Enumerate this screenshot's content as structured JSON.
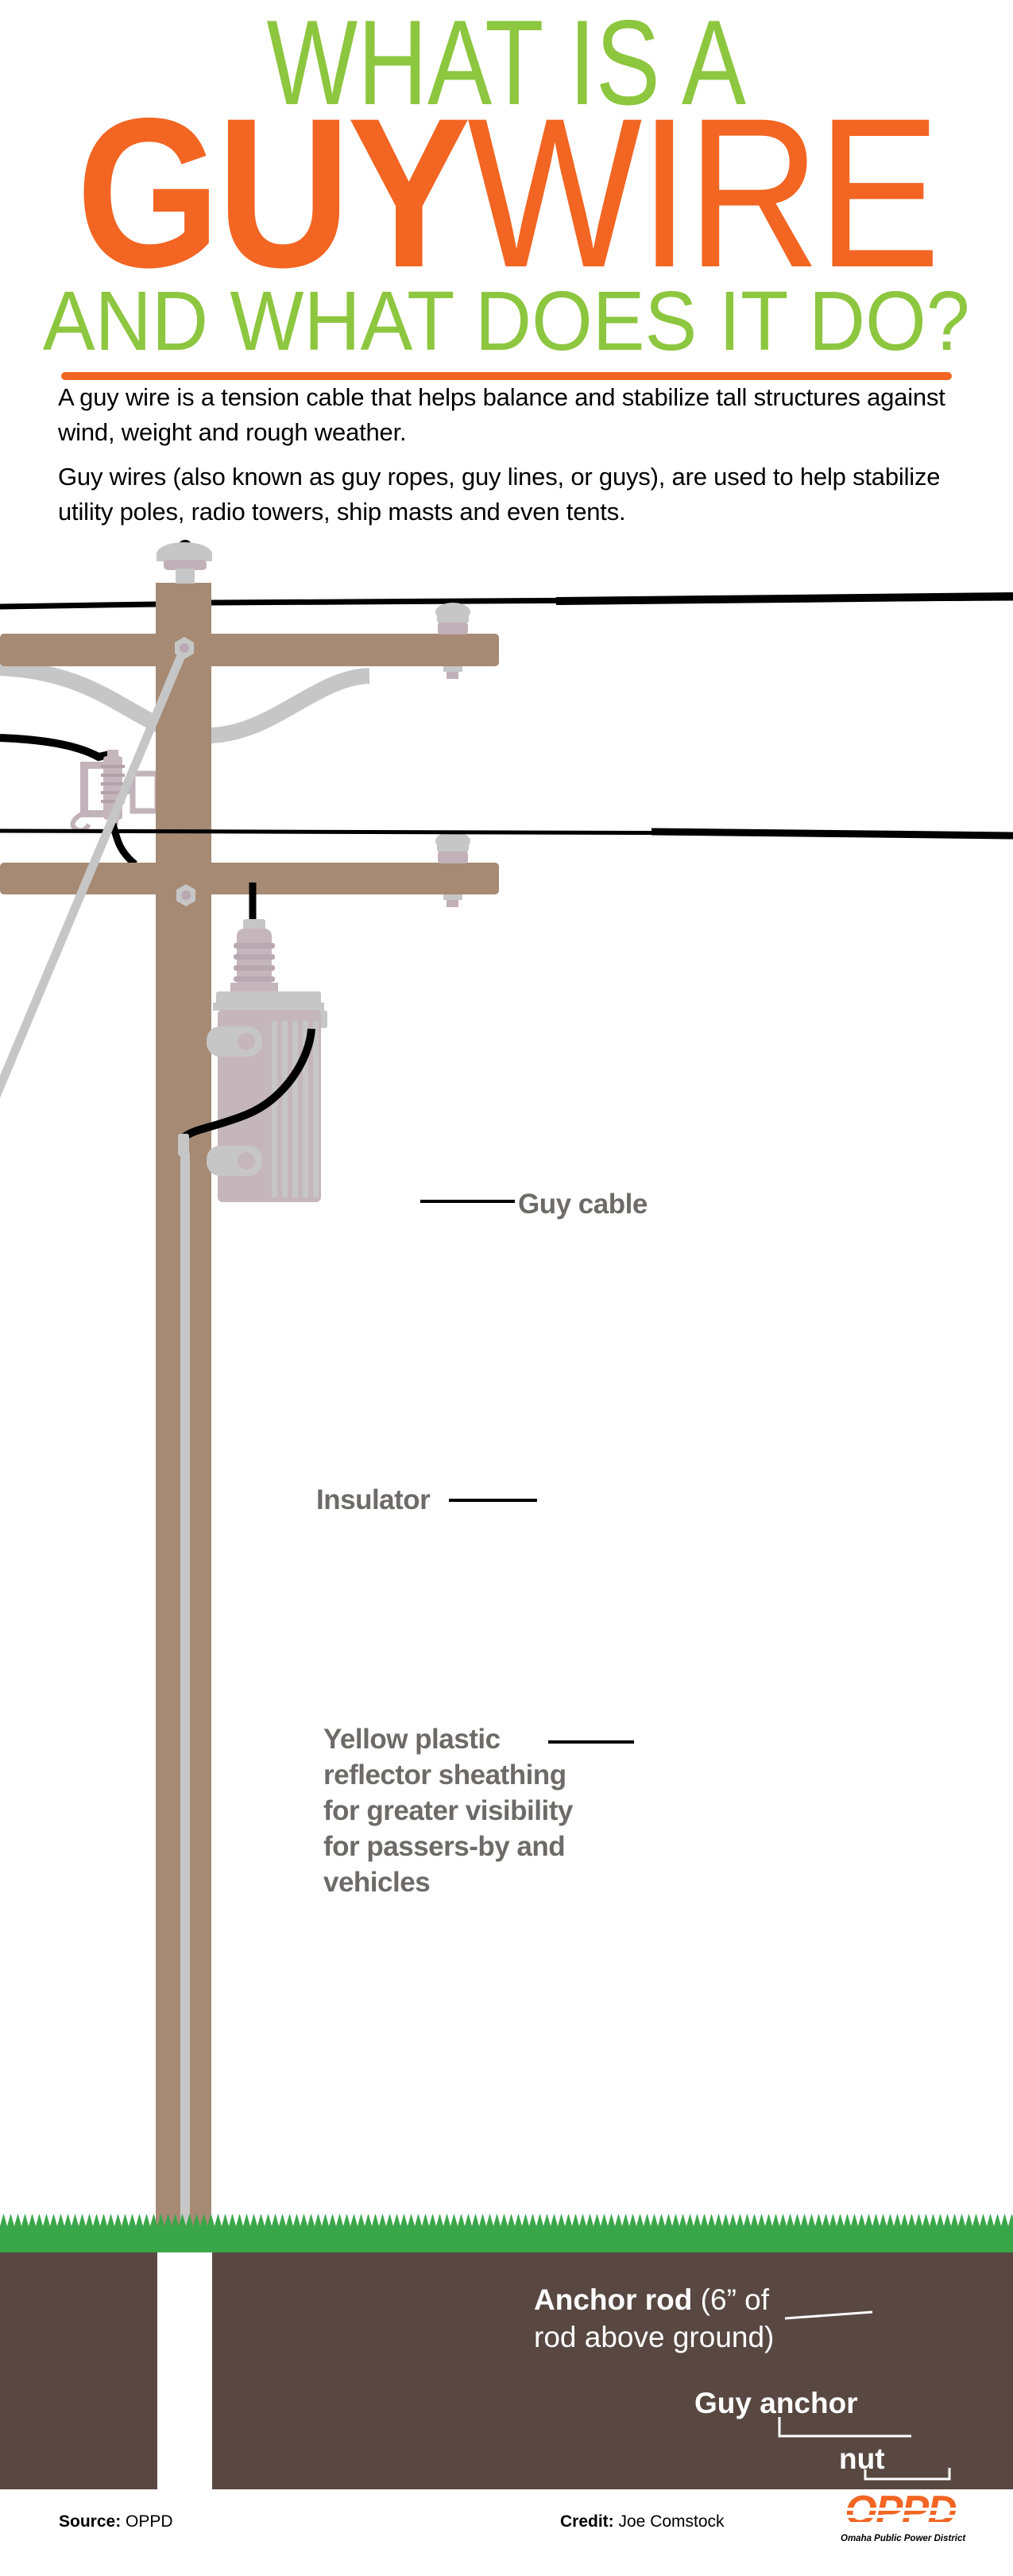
{
  "title": {
    "line1": "WHAT IS A",
    "line2_bold": "GUY",
    "line2_rest": "WIRE",
    "line3": "AND WHAT DOES IT DO?"
  },
  "intro": {
    "p1": "A guy wire is a tension cable that helps balance and stabilize tall structures against wind, weight and rough weather.",
    "p2": "Guy wires (also known as guy ropes, guy lines, or guys), are used to help stabilize utility poles, radio towers, ship masts and even tents."
  },
  "labels": {
    "guy_cable": "Guy cable",
    "insulator": "Insulator",
    "sheathing": "Yellow plastic\nreflector sheathing\nfor greater visibility\nfor passers-by and\nvehicles",
    "anchor_rod_bold": "Anchor rod",
    "anchor_rod_rest": " (6” of\nrod above ground)",
    "guy_anchor": "Guy anchor",
    "nut": "nut"
  },
  "footer": {
    "source_label": "Source:",
    "source_value": " OPPD",
    "credit_label": "Credit:",
    "credit_value": " Joe Comstock",
    "logo_text": "OPPD",
    "logo_tagline": "Omaha Public Power District"
  },
  "colors": {
    "title_green": "#8dc63f",
    "title_orange": "#f26522",
    "label_gray": "#6e6a6a",
    "pole_brown": "#a68a74",
    "soil_brown": "#584841",
    "grass_green": "#3aa64a",
    "sheathing_yellow": "#ffe812",
    "cable_gray": "#c6c6c6",
    "hardware_mauve": "#c5b6bc",
    "wire_black": "#000000",
    "label_white": "#ffffff"
  }
}
